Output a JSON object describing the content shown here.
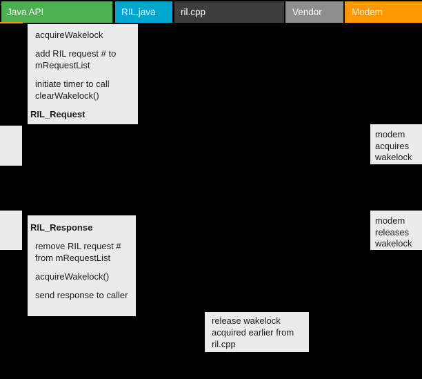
{
  "lanes": [
    {
      "label": "Java API",
      "color": "#4CAF50"
    },
    {
      "label": "RIL.java",
      "color": "#00A6D2"
    },
    {
      "label": "ril.cpp",
      "color": "#3D3D3D"
    },
    {
      "label": "Vendor",
      "color": "#8E8E8E"
    },
    {
      "label": "Modem",
      "color": "#FF9800"
    }
  ],
  "notes": {
    "ril_request": {
      "para1": "acquireWakelock",
      "para2": "add RIL request # to mRequestList",
      "para3": "initiate timer to call clearWakelock()",
      "label": "RIL_Request"
    },
    "ril_response": {
      "label": "RIL_Response",
      "para1": "remove RIL request # from mRequestList",
      "para2": "acquireWakelock()",
      "para3": "send response to caller"
    },
    "modem_acquires": {
      "text": "modem acquires wakelock"
    },
    "modem_releases": {
      "text": "modem releases wakelock"
    },
    "release_wakelock": {
      "text": "release wakelock acquired earlier from ril.cpp"
    }
  },
  "colors": {
    "background": "#000000",
    "note_background": "#EBEBEB",
    "note_text": "#1D1D1D",
    "lane_text": "#FFFFFF",
    "tick": "#FF9800"
  }
}
